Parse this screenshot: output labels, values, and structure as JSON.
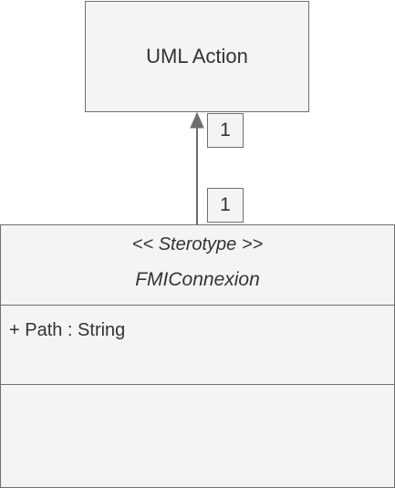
{
  "target": {
    "name": "UML Action",
    "multiplicity": "1"
  },
  "source": {
    "stereotype": "<< Sterotype >>",
    "name": "FMIConnexion",
    "multiplicity": "1",
    "attributes": [
      "+ Path : String"
    ],
    "operations": []
  },
  "colors": {
    "fill": "#f4f4f4",
    "stroke": "#6e6e6e",
    "text": "#333333"
  }
}
